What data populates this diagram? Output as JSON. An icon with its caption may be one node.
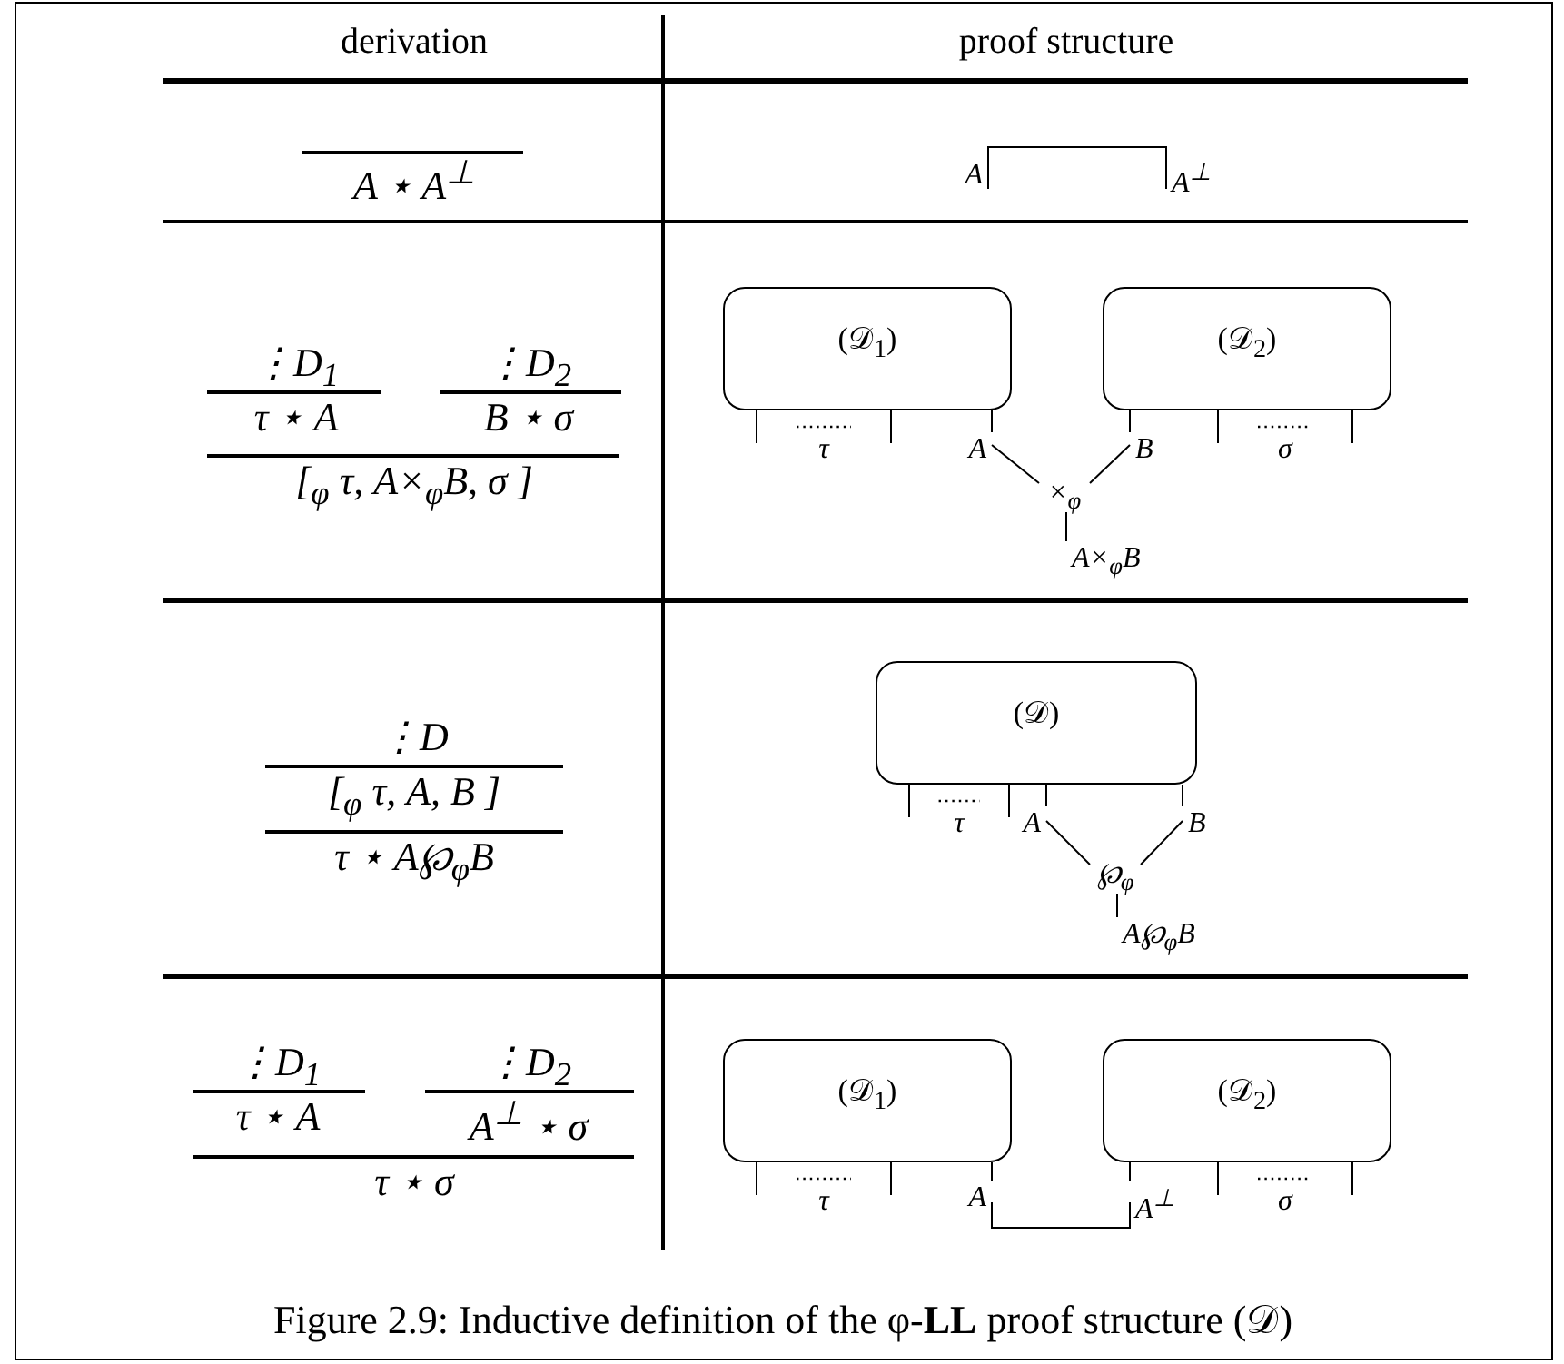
{
  "diagram": {
    "caption": "Figure 2.9: Inductive definition of the φ-**LL** proof structure (𝒟)",
    "nodes": [
      {
        "text": [
          "A"
        ]
      },
      {
        "text": [
          "A$^{⊥}$"
        ]
      },
      {
        "text": [
          "(𝒟$_{1}$)"
        ]
      },
      {
        "text": [
          "(𝒟$_{2}$)"
        ]
      },
      {
        "text": [
          "τ"
        ]
      },
      {
        "text": [
          "A"
        ]
      },
      {
        "text": [
          "B"
        ]
      },
      {
        "text": [
          "σ"
        ]
      },
      {
        "text": [
          "×$_{φ}$"
        ]
      },
      {
        "text": [
          "A×$_{φ}$B"
        ]
      },
      {
        "text": [
          "(𝒟)"
        ]
      },
      {
        "text": [
          "τ"
        ]
      },
      {
        "text": [
          "A"
        ]
      },
      {
        "text": [
          "B"
        ]
      },
      {
        "text": [
          "℘$_{φ}$"
        ]
      },
      {
        "text": [
          "A℘$_{φ}$B"
        ]
      },
      {
        "text": [
          "(𝒟$_{1}$)"
        ]
      },
      {
        "text": [
          "(𝒟$_{2}$)"
        ]
      },
      {
        "text": [
          "τ"
        ]
      },
      {
        "text": [
          "A"
        ]
      },
      {
        "text": [
          "A$^{⊥}$"
        ]
      },
      {
        "text": [
          "σ"
        ]
      }
    ],
    "edges": [
      {
        "from": 0,
        "to": 1,
        "arrow": "none"
      },
      {
        "from": 2,
        "to": 5,
        "arrow": "none"
      },
      {
        "from": 5,
        "to": 8,
        "arrow": "none"
      },
      {
        "from": 3,
        "to": 6,
        "arrow": "none"
      },
      {
        "from": 6,
        "to": 8,
        "arrow": "none"
      },
      {
        "from": 8,
        "to": 9,
        "arrow": "none"
      },
      {
        "from": 10,
        "to": 12,
        "arrow": "none"
      },
      {
        "from": 10,
        "to": 13,
        "arrow": "none"
      },
      {
        "from": 12,
        "to": 14,
        "arrow": "none"
      },
      {
        "from": 13,
        "to": 14,
        "arrow": "none"
      },
      {
        "from": 14,
        "to": 15,
        "arrow": "none"
      },
      {
        "from": 16,
        "to": 19,
        "arrow": "none"
      },
      {
        "from": 19,
        "to": 20,
        "arrow": "none"
      },
      {
        "from": 17,
        "to": 20,
        "arrow": "none"
      }
    ],
    "labels": [
      "derivation",
      "proof structure",
      "A ⋆ A$^{⊥}$",
      "⋮D$_{1}$",
      "⋮D$_{2}$",
      "τ ⋆ A",
      "B ⋆ σ",
      "[$_{φ}$ τ, A×$_{φ}$B, σ ]",
      "⋮D",
      "[$_{φ}$ τ, A, B ]",
      "τ ⋆ A℘$_{φ}$B",
      "⋮D$_{1}$",
      "⋮D$_{2}$",
      "τ ⋆ A",
      "A$^{⊥}$ ⋆ σ",
      "τ ⋆ σ"
    ]
  }
}
